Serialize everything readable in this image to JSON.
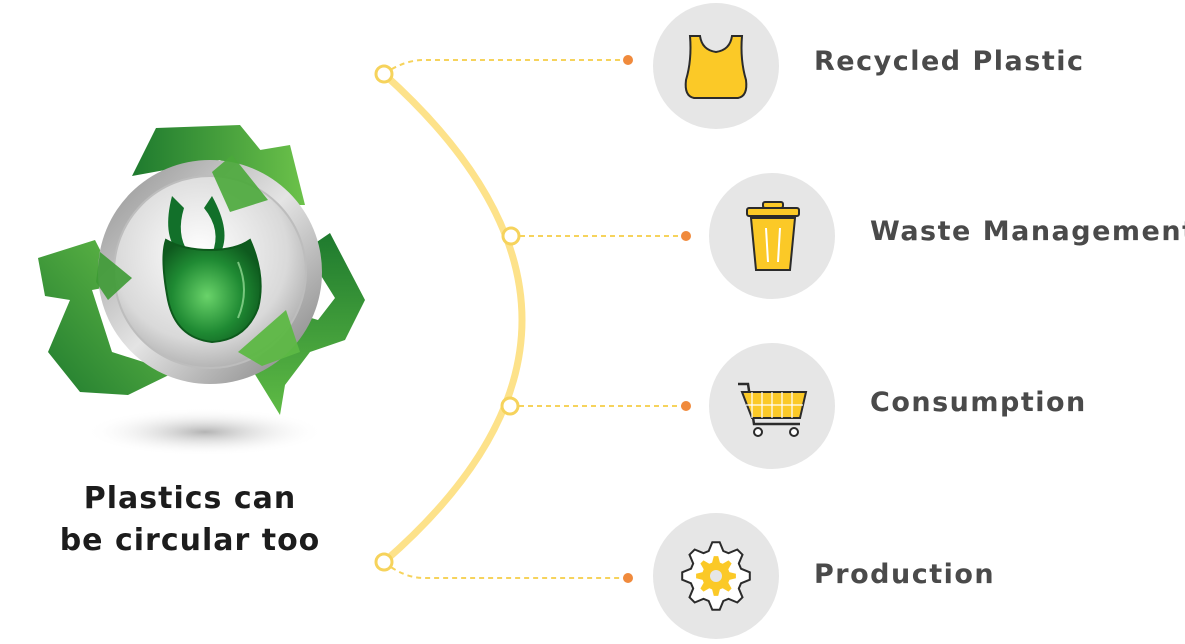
{
  "caption": {
    "line1": "Plastics can",
    "line2": "be circular too"
  },
  "items": [
    {
      "label": "Recycled Plastic",
      "icon": "plastic-bag-icon"
    },
    {
      "label": "Waste Management",
      "icon": "trash-bin-icon"
    },
    {
      "label": "Consumption",
      "icon": "shopping-cart-icon"
    },
    {
      "label": "Production",
      "icon": "gear-icon"
    }
  ],
  "colors": {
    "arc": "#fde28a",
    "connector": "#f6d35c",
    "dot": "#f08a3c",
    "icon_fill": "#fbc927",
    "circle_bg": "#e6e6e6",
    "green_dark": "#1f7a2a",
    "green_light": "#6cc24a",
    "text": "#4a4a4a"
  }
}
